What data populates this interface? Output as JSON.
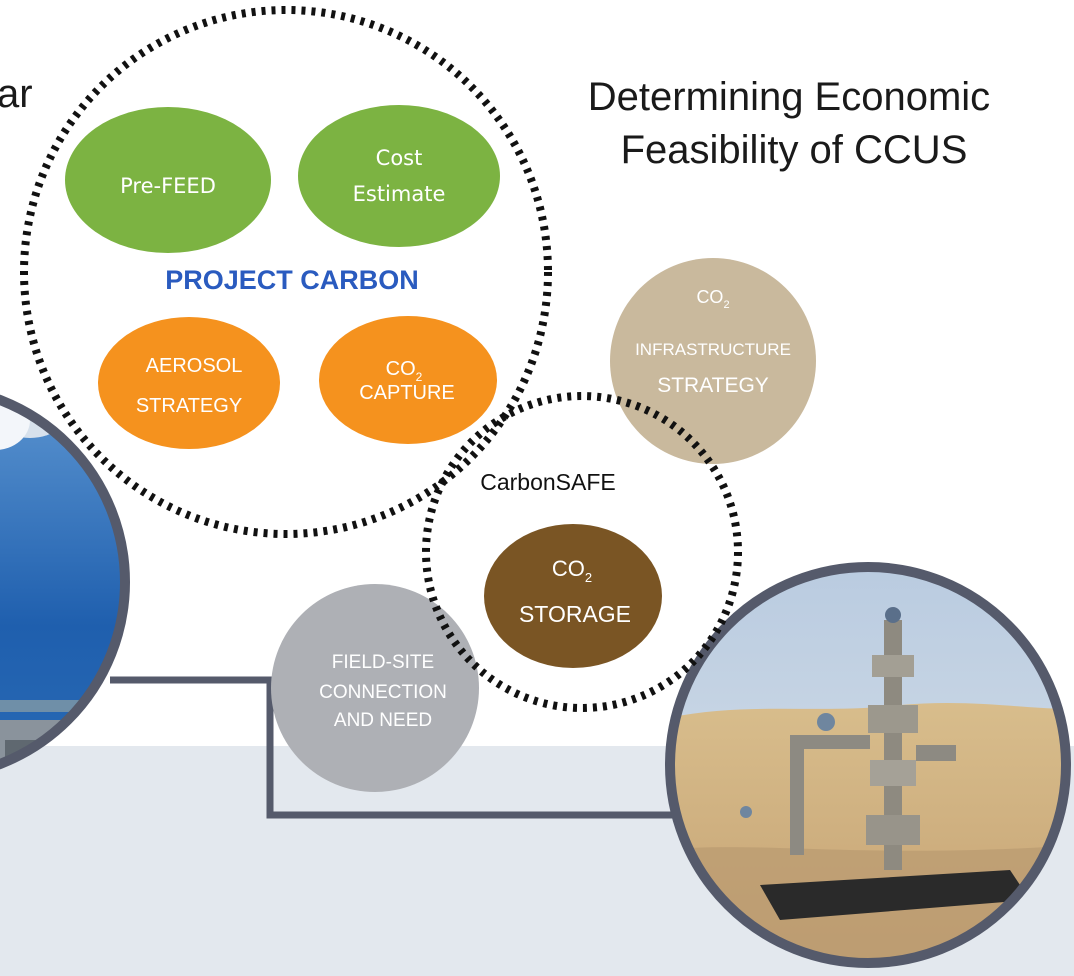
{
  "title": {
    "line1": "Determining Economic",
    "line2": "Feasibility of CCUS"
  },
  "partial_text": "ar",
  "project_carbon": {
    "label": "PROJECT CARBON",
    "pre_feed": "Pre-FEED",
    "cost_estimate": {
      "line1": "Cost",
      "line2": "Estimate"
    },
    "aerosol": {
      "line1": "AEROSOL",
      "line2": "STRATEGY"
    },
    "co2_capture": {
      "co": "CO",
      "sub": "2",
      "line2": "CAPTURE"
    }
  },
  "infrastructure": {
    "co": "CO",
    "sub": "2",
    "line2": "INFRASTRUCTURE",
    "line3": "STRATEGY"
  },
  "carbonsafe": {
    "label": "CarbonSAFE",
    "storage": {
      "co": "CO",
      "sub": "2",
      "line2": "STORAGE"
    }
  },
  "field_site": {
    "line1": "FIELD-SITE",
    "line2": "CONNECTION",
    "line3": "AND NEED"
  },
  "colors": {
    "green": "#7cb342",
    "orange": "#f5921e",
    "tan": "#c9b99d",
    "brown": "#7a5524",
    "gray": "#aeb0b5",
    "blue_label": "#2a5bbf",
    "frame": "#555a6b",
    "band": "#e3e8ee"
  }
}
